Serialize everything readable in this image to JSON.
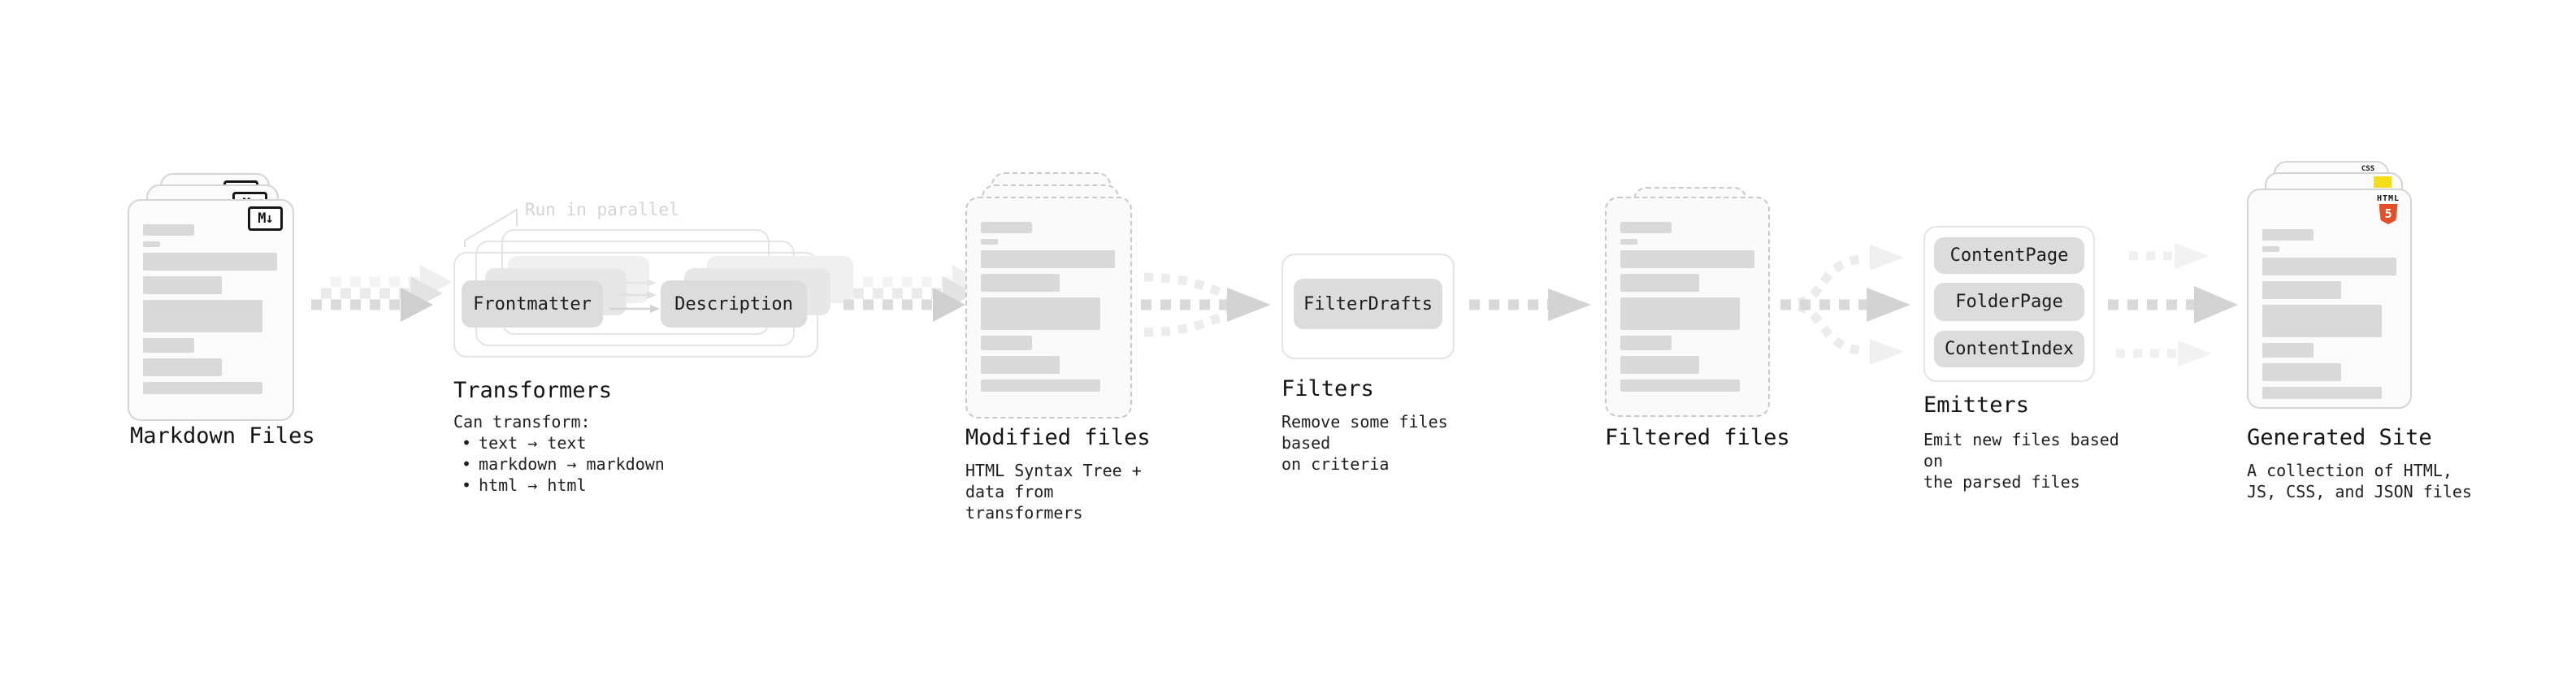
{
  "diagram": {
    "markdown_files": {
      "label": "Markdown Files"
    },
    "transformers": {
      "label": "Transformers",
      "note": "Run in parallel",
      "box_front": "Frontmatter",
      "box_back": "Description",
      "intro": "Can transform:",
      "bullets": [
        "text → text",
        "markdown → markdown",
        "html → html"
      ]
    },
    "modified_files": {
      "label": "Modified files",
      "desc": "HTML Syntax Tree +\ndata from transformers"
    },
    "filters": {
      "label": "Filters",
      "box": "FilterDrafts",
      "desc": "Remove some files based\non criteria"
    },
    "filtered_files": {
      "label": "Filtered files"
    },
    "emitters": {
      "label": "Emitters",
      "boxes": [
        "ContentPage",
        "FolderPage",
        "ContentIndex"
      ],
      "desc": "Emit new files based on\nthe parsed files"
    },
    "generated_site": {
      "label": "Generated Site",
      "desc": "A collection of HTML,\nJS, CSS, and JSON files"
    },
    "badges": {
      "markdown": "M↓",
      "css": "CSS",
      "html": "HTML",
      "html_number": "5"
    },
    "glyphs": {
      "bullet": "•"
    },
    "colors": {
      "html5_orange": "#e34f26",
      "js_yellow": "#f5de19",
      "css_blue": "#2962f3",
      "doc_bar": "#d9d9d9",
      "box_gray": "#dcdcdc",
      "arrow_gray": "#d3d3d3"
    }
  }
}
